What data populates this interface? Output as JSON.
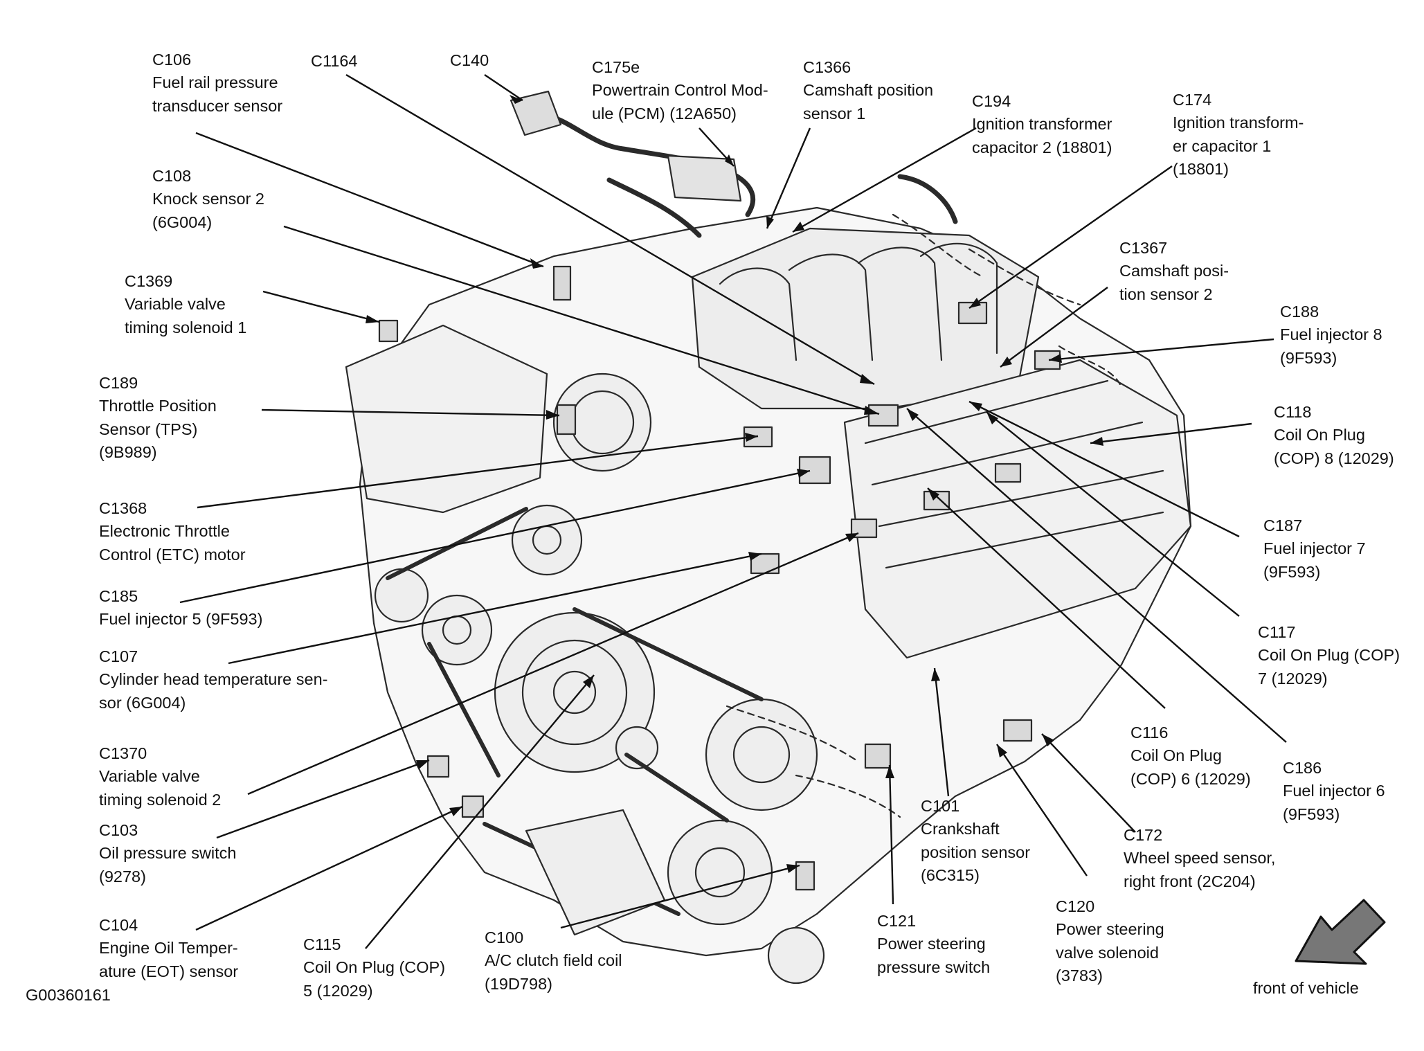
{
  "figure_id": "G00360161",
  "front_caption": "front of vehicle",
  "colors": {
    "ink": "#111111",
    "arrow_fill": "#777777",
    "engine_line": "#2a2a2a",
    "engine_shade": "#e8e8e8"
  },
  "callouts": [
    {
      "id": "c106",
      "code": "C106",
      "desc": "Fuel rail pressure\ntransducer sensor"
    },
    {
      "id": "c1164",
      "code": "C1164",
      "desc": ""
    },
    {
      "id": "c140",
      "code": "C140",
      "desc": ""
    },
    {
      "id": "c175e",
      "code": "C175e",
      "desc": "Powertrain Control Mod-\nule (PCM) (12A650)"
    },
    {
      "id": "c1366",
      "code": "C1366",
      "desc": "Camshaft position\nsensor 1"
    },
    {
      "id": "c194",
      "code": "C194",
      "desc": "Ignition transformer\ncapacitor 2 (18801)"
    },
    {
      "id": "c174",
      "code": "C174",
      "desc": "Ignition transform-\ner capacitor 1\n(18801)"
    },
    {
      "id": "c108",
      "code": "C108",
      "desc": "Knock sensor 2\n(6G004)"
    },
    {
      "id": "c1367",
      "code": "C1367",
      "desc": "Camshaft posi-\ntion sensor 2"
    },
    {
      "id": "c1369",
      "code": "C1369",
      "desc": "Variable valve\ntiming solenoid 1"
    },
    {
      "id": "c188",
      "code": "C188",
      "desc": "Fuel injector 8\n(9F593)"
    },
    {
      "id": "c189",
      "code": "C189",
      "desc": "Throttle Position\nSensor (TPS)\n(9B989)"
    },
    {
      "id": "c118",
      "code": "C118",
      "desc": "Coil On Plug\n(COP) 8 (12029)"
    },
    {
      "id": "c1368",
      "code": "C1368",
      "desc": "Electronic Throttle\nControl (ETC) motor"
    },
    {
      "id": "c187",
      "code": "C187",
      "desc": "Fuel injector 7\n(9F593)"
    },
    {
      "id": "c185",
      "code": "C185",
      "desc": "Fuel injector 5 (9F593)"
    },
    {
      "id": "c117",
      "code": "C117",
      "desc": "Coil On Plug (COP)\n7 (12029)"
    },
    {
      "id": "c107",
      "code": "C107",
      "desc": "Cylinder head temperature sen-\nsor (6G004)"
    },
    {
      "id": "c116",
      "code": "C116",
      "desc": "Coil On Plug\n(COP) 6 (12029)"
    },
    {
      "id": "c186",
      "code": "C186",
      "desc": "Fuel injector 6\n(9F593)"
    },
    {
      "id": "c1370",
      "code": "C1370",
      "desc": "Variable valve\ntiming solenoid 2"
    },
    {
      "id": "c101",
      "code": "C101",
      "desc": "Crankshaft\nposition sensor\n(6C315)"
    },
    {
      "id": "c172",
      "code": "C172",
      "desc": "Wheel speed sensor,\nright front (2C204)"
    },
    {
      "id": "c103",
      "code": "C103",
      "desc": "Oil pressure switch\n(9278)"
    },
    {
      "id": "c120",
      "code": "C120",
      "desc": "Power steering\nvalve solenoid\n(3783)"
    },
    {
      "id": "c121",
      "code": "C121",
      "desc": "Power steering\npressure switch"
    },
    {
      "id": "c104",
      "code": "C104",
      "desc": "Engine Oil Temper-\nature (EOT) sensor"
    },
    {
      "id": "c115",
      "code": "C115",
      "desc": "Coil On Plug (COP)\n5 (12029)"
    },
    {
      "id": "c100",
      "code": "C100",
      "desc": "A/C clutch field coil\n(19D798)"
    }
  ]
}
